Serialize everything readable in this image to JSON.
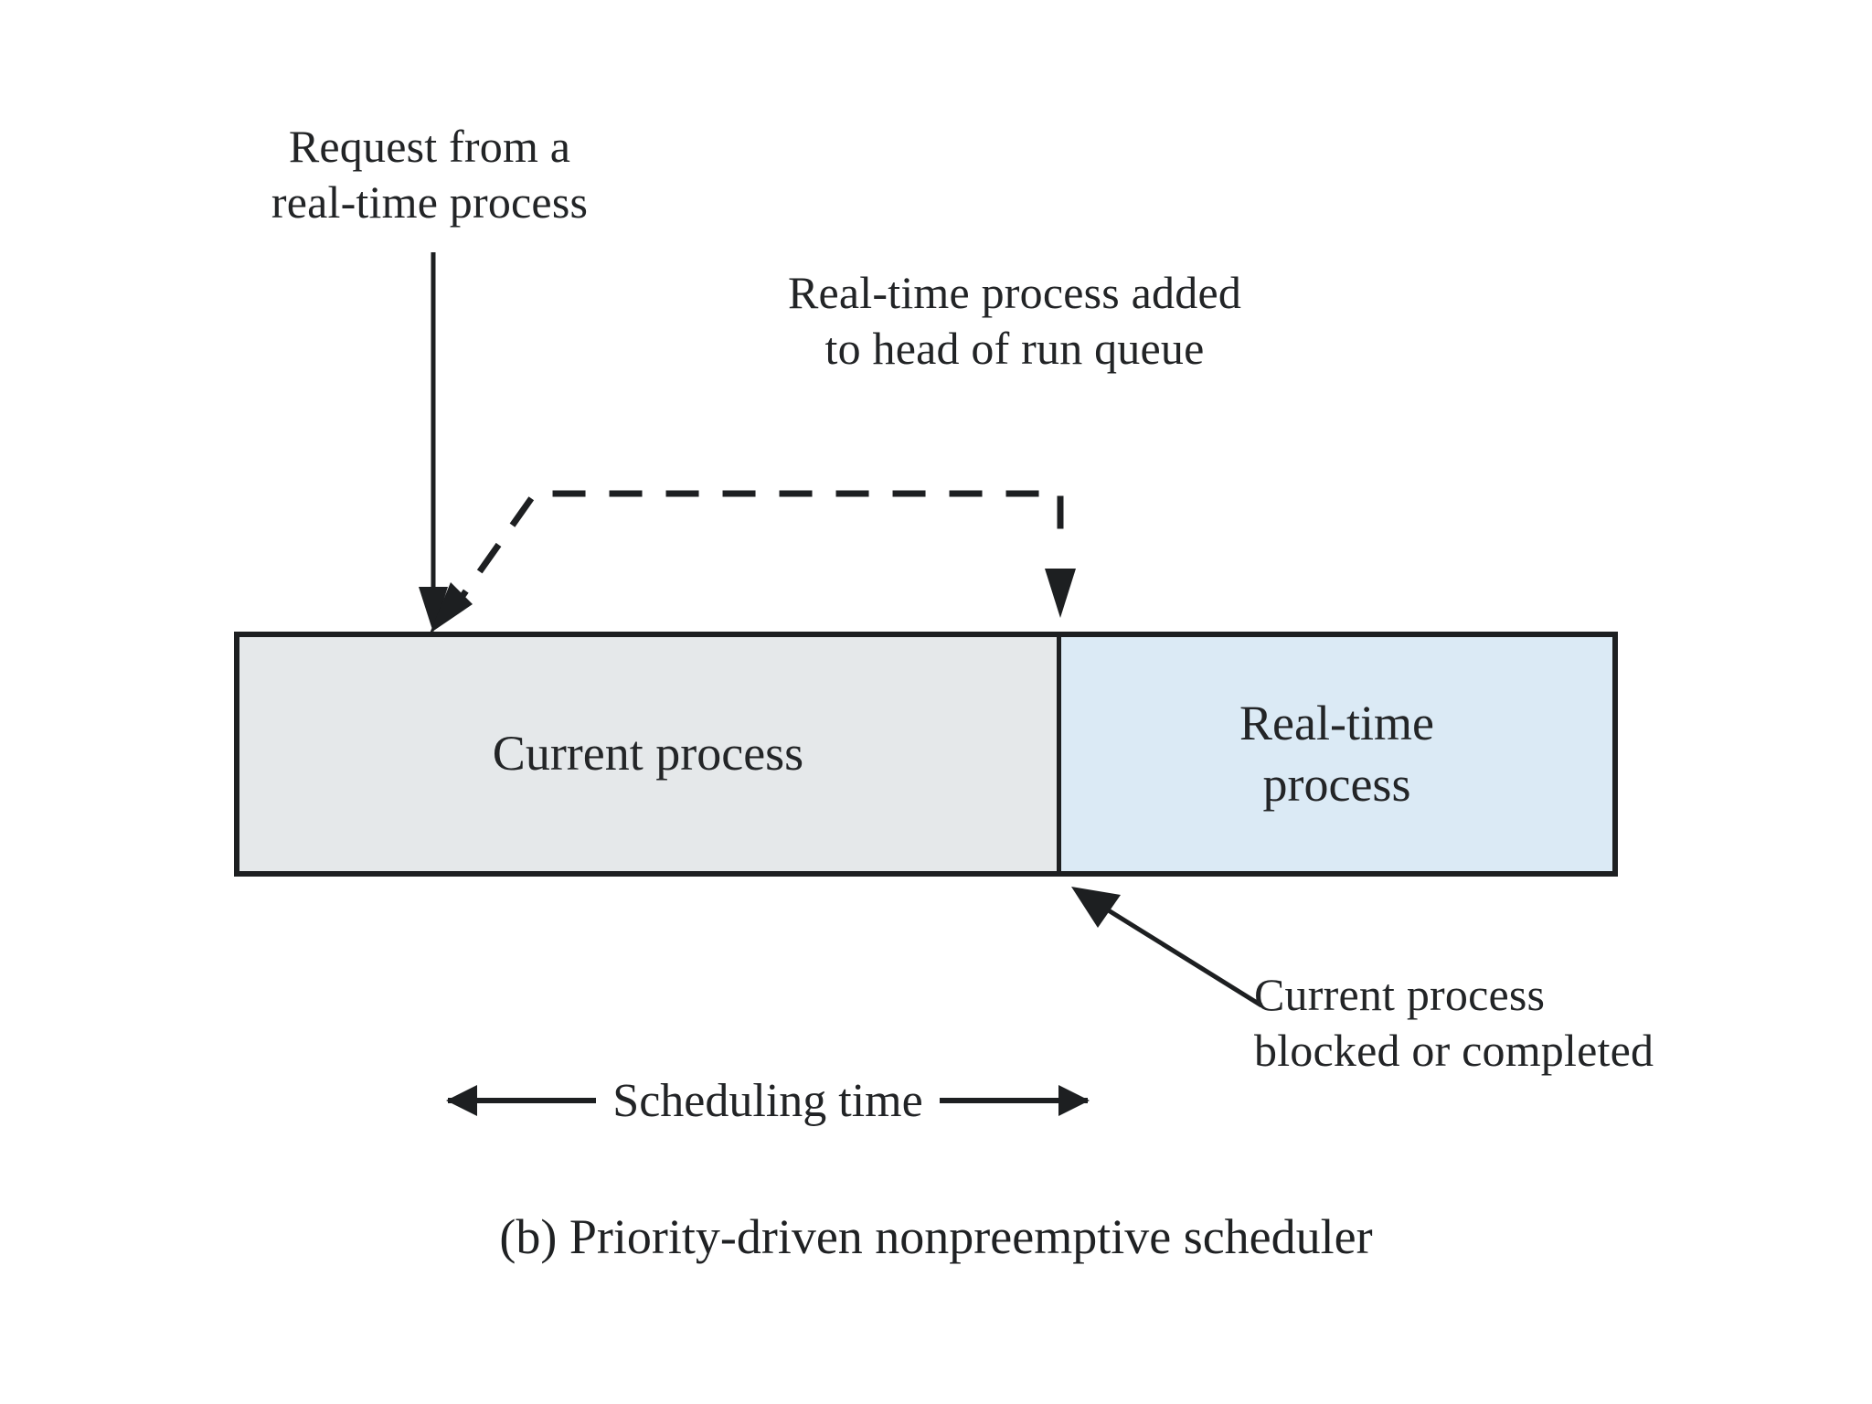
{
  "figure": {
    "caption": "(b) Priority-driven nonpreemptive scheduler",
    "colors": {
      "current_process_fill": "#e5e8ea",
      "realtime_process_fill": "#dbeaf5",
      "stroke": "#1d1f21",
      "text": "#222426",
      "background": "#ffffff"
    }
  },
  "annotations": {
    "request": {
      "line1": "Request from a",
      "line2": "real-time process"
    },
    "added_to_queue": {
      "line1": "Real-time process added",
      "line2": "to head of run queue"
    },
    "blocked_or_completed": {
      "line1": "Current process",
      "line2": "blocked or completed"
    }
  },
  "timeline": {
    "segments": [
      {
        "id": "current-process",
        "line1": "Current process",
        "line2": ""
      },
      {
        "id": "realtime-process",
        "line1": "Real-time",
        "line2": "process"
      }
    ]
  },
  "measure": {
    "scheduling_time_label": "Scheduling time"
  }
}
